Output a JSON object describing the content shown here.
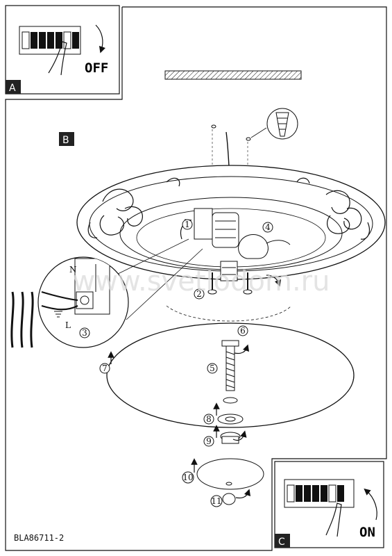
{
  "sections": {
    "a": {
      "label": "A",
      "switch_text": "OFF"
    },
    "b": {
      "label": "B"
    },
    "c": {
      "label": "C",
      "switch_text": "ON"
    }
  },
  "parts": [
    "1",
    "2",
    "3",
    "4",
    "5",
    "6",
    "7",
    "8",
    "9",
    "10",
    "11"
  ],
  "wiring_labels": {
    "neutral": "N",
    "live": "L"
  },
  "document_code": "BLA86711-2",
  "watermark": "www.svetlodom.ru",
  "colors": {
    "line": "#111111",
    "section_label_bg": "#222222",
    "section_label_text": "#ffffff",
    "watermark": "#dcdcdc"
  }
}
